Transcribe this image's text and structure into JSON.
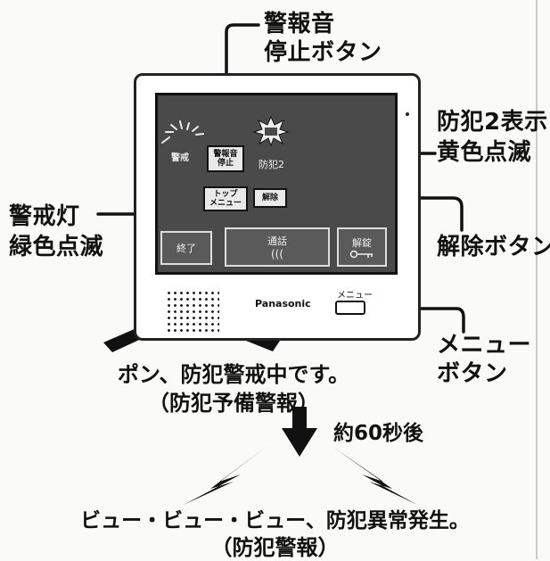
{
  "callouts": {
    "alarm_stop_line1": "警報音",
    "alarm_stop_line2": "停止ボタン",
    "security2_line1": "防犯2表示",
    "security2_line2": "黄色点滅",
    "warning_lamp_line1": "警戒灯",
    "warning_lamp_line2": "緑色点滅",
    "release_button": "解除ボタン",
    "menu_button_line1": "メニュー",
    "menu_button_line2": "ボタン"
  },
  "screen": {
    "warning_label": "警戒",
    "alarm_stop_line1": "警報音",
    "alarm_stop_line2": "停止",
    "security_text": "防犯2",
    "top_menu_line1": "トップ",
    "top_menu_line2": "メニュー",
    "release_label": "解除",
    "end_label": "終了",
    "call_label": "通話",
    "unlock_label": "解錠"
  },
  "device": {
    "brand": "Panasonic",
    "menu_label": "メニュー"
  },
  "messages": {
    "pre_alarm_line1": "ポン、防犯警戒中です。",
    "pre_alarm_line2": "（防犯予備警報）",
    "delay": "約60秒後",
    "alarm_line1": "ビュー・ビュー・ビュー、防犯異常発生。",
    "alarm_line2": "（防犯警報）"
  },
  "colors": {
    "ink": "#111111",
    "screen": "#4a4a4a"
  },
  "icons": [
    "alarm-burst-icon",
    "sound-wave-icon",
    "key-icon",
    "speaker-grille-icon",
    "down-arrow-icon",
    "lightning-bolt-icon"
  ]
}
